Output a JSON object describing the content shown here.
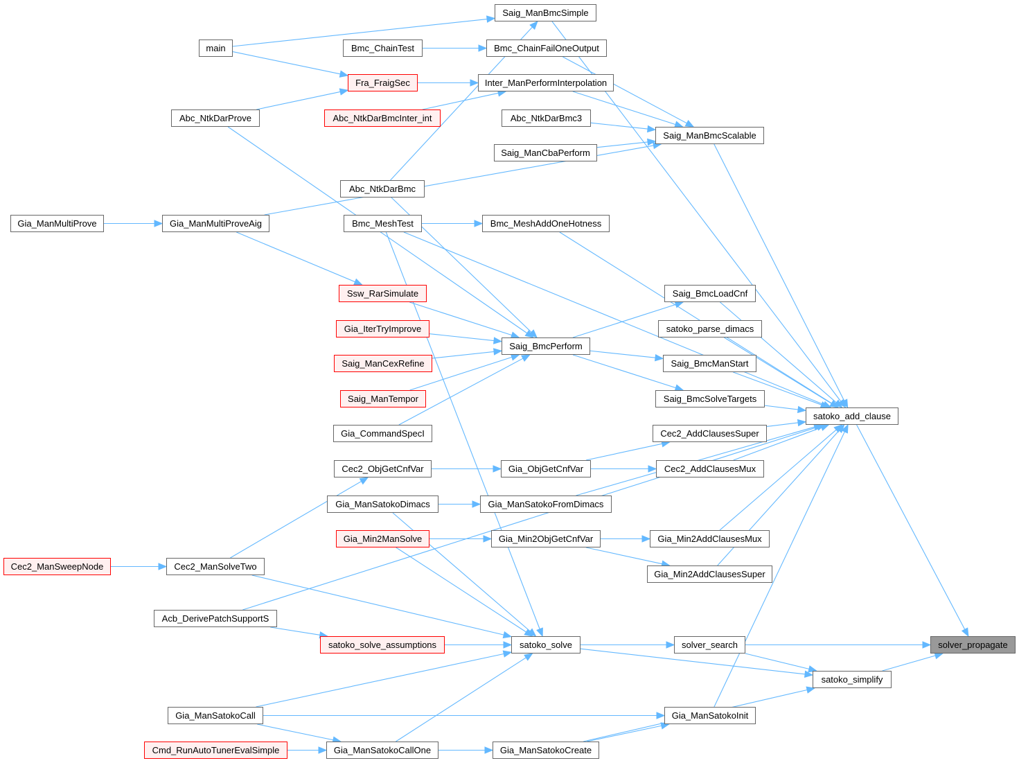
{
  "graph": {
    "title": "solver_propagate caller graph",
    "edge_color": "#63b8ff",
    "nodes": [
      {
        "id": "solver_propagate",
        "label": "solver_propagate",
        "style": "current"
      },
      {
        "id": "satoko_add_clause",
        "label": "satoko_add_clause",
        "style": "normal"
      },
      {
        "id": "satoko_simplify",
        "label": "satoko_simplify",
        "style": "normal"
      },
      {
        "id": "solver_search",
        "label": "solver_search",
        "style": "normal"
      },
      {
        "id": "Gia_ManSatokoInit",
        "label": "Gia_ManSatokoInit",
        "style": "normal"
      },
      {
        "id": "Saig_ManBmcScalable",
        "label": "Saig_ManBmcScalable",
        "style": "normal"
      },
      {
        "id": "Saig_BmcLoadCnf",
        "label": "Saig_BmcLoadCnf",
        "style": "normal"
      },
      {
        "id": "satoko_parse_dimacs",
        "label": "satoko_parse_dimacs",
        "style": "normal"
      },
      {
        "id": "Saig_BmcManStart",
        "label": "Saig_BmcManStart",
        "style": "normal"
      },
      {
        "id": "Saig_BmcSolveTargets",
        "label": "Saig_BmcSolveTargets",
        "style": "normal"
      },
      {
        "id": "Cec2_AddClausesSuper",
        "label": "Cec2_AddClausesSuper",
        "style": "normal"
      },
      {
        "id": "Cec2_AddClausesMux",
        "label": "Cec2_AddClausesMux",
        "style": "normal"
      },
      {
        "id": "Gia_Min2AddClausesMux",
        "label": "Gia_Min2AddClausesMux",
        "style": "normal"
      },
      {
        "id": "Gia_Min2AddClausesSuper",
        "label": "Gia_Min2AddClausesSuper",
        "style": "normal"
      },
      {
        "id": "Saig_ManBmcSimple",
        "label": "Saig_ManBmcSimple",
        "style": "normal"
      },
      {
        "id": "Bmc_ChainFailOneOutput",
        "label": "Bmc_ChainFailOneOutput",
        "style": "normal"
      },
      {
        "id": "Inter_ManPerformInterpolation",
        "label": "Inter_ManPerformInterpolation",
        "style": "normal"
      },
      {
        "id": "Abc_NtkDarBmc3",
        "label": "Abc_NtkDarBmc3",
        "style": "normal"
      },
      {
        "id": "Saig_ManCbaPerform",
        "label": "Saig_ManCbaPerform",
        "style": "normal"
      },
      {
        "id": "Bmc_MeshAddOneHotness",
        "label": "Bmc_MeshAddOneHotness",
        "style": "normal"
      },
      {
        "id": "Saig_BmcPerform",
        "label": "Saig_BmcPerform",
        "style": "normal"
      },
      {
        "id": "Gia_ObjGetCnfVar",
        "label": "Gia_ObjGetCnfVar",
        "style": "normal"
      },
      {
        "id": "Gia_ManSatokoFromDimacs",
        "label": "Gia_ManSatokoFromDimacs",
        "style": "normal"
      },
      {
        "id": "Gia_Min2ObjGetCnfVar",
        "label": "Gia_Min2ObjGetCnfVar",
        "style": "normal"
      },
      {
        "id": "satoko_solve",
        "label": "satoko_solve",
        "style": "normal"
      },
      {
        "id": "Gia_ManSatokoCreate",
        "label": "Gia_ManSatokoCreate",
        "style": "normal"
      },
      {
        "id": "Bmc_ChainTest",
        "label": "Bmc_ChainTest",
        "style": "normal"
      },
      {
        "id": "Fra_FraigSec",
        "label": "Fra_FraigSec",
        "style": "red"
      },
      {
        "id": "Abc_NtkDarBmcInter_int",
        "label": "Abc_NtkDarBmcInter_int",
        "style": "red"
      },
      {
        "id": "Abc_NtkDarBmc",
        "label": "Abc_NtkDarBmc",
        "style": "normal"
      },
      {
        "id": "Bmc_MeshTest",
        "label": "Bmc_MeshTest",
        "style": "normal"
      },
      {
        "id": "Ssw_RarSimulate",
        "label": "Ssw_RarSimulate",
        "style": "red"
      },
      {
        "id": "Gia_IterTryImprove",
        "label": "Gia_IterTryImprove",
        "style": "red"
      },
      {
        "id": "Saig_ManCexRefine",
        "label": "Saig_ManCexRefine",
        "style": "red"
      },
      {
        "id": "Saig_ManTempor",
        "label": "Saig_ManTempor",
        "style": "red"
      },
      {
        "id": "Gia_CommandSpecI",
        "label": "Gia_CommandSpecI",
        "style": "normal"
      },
      {
        "id": "Cec2_ObjGetCnfVar",
        "label": "Cec2_ObjGetCnfVar",
        "style": "normal"
      },
      {
        "id": "Gia_ManSatokoDimacs",
        "label": "Gia_ManSatokoDimacs",
        "style": "normal"
      },
      {
        "id": "Gia_Min2ManSolve",
        "label": "Gia_Min2ManSolve",
        "style": "red"
      },
      {
        "id": "satoko_solve_assumptions",
        "label": "satoko_solve_assumptions",
        "style": "red"
      },
      {
        "id": "Gia_ManSatokoCallOne",
        "label": "Gia_ManSatokoCallOne",
        "style": "normal"
      },
      {
        "id": "main",
        "label": "main",
        "style": "normal"
      },
      {
        "id": "Abc_NtkDarProve",
        "label": "Abc_NtkDarProve",
        "style": "normal"
      },
      {
        "id": "Gia_ManMultiProveAig",
        "label": "Gia_ManMultiProveAig",
        "style": "normal"
      },
      {
        "id": "Cec2_ManSolveTwo",
        "label": "Cec2_ManSolveTwo",
        "style": "normal"
      },
      {
        "id": "Acb_DerivePatchSupportS",
        "label": "Acb_DerivePatchSupportS",
        "style": "normal"
      },
      {
        "id": "Gia_ManSatokoCall",
        "label": "Gia_ManSatokoCall",
        "style": "normal"
      },
      {
        "id": "Cmd_RunAutoTunerEvalSimple",
        "label": "Cmd_RunAutoTunerEvalSimple",
        "style": "red"
      },
      {
        "id": "Gia_ManMultiProve",
        "label": "Gia_ManMultiProve",
        "style": "normal"
      },
      {
        "id": "Cec2_ManSweepNode",
        "label": "Cec2_ManSweepNode",
        "style": "red"
      }
    ],
    "edges": [
      [
        "main",
        "Saig_ManBmcSimple"
      ],
      [
        "main",
        "Fra_FraigSec"
      ],
      [
        "Bmc_ChainTest",
        "Bmc_ChainFailOneOutput"
      ],
      [
        "Fra_FraigSec",
        "Inter_ManPerformInterpolation"
      ],
      [
        "Abc_NtkDarProve",
        "Fra_FraigSec"
      ],
      [
        "Abc_NtkDarBmcInter_int",
        "Inter_ManPerformInterpolation"
      ],
      [
        "Abc_NtkDarBmc",
        "Saig_ManBmcSimple"
      ],
      [
        "Gia_ManMultiProveAig",
        "Saig_ManBmcScalable"
      ],
      [
        "Abc_NtkDarProve",
        "Saig_BmcPerform"
      ],
      [
        "Gia_ManMultiProve",
        "Gia_ManMultiProveAig"
      ],
      [
        "Gia_ManMultiProveAig",
        "Ssw_RarSimulate"
      ],
      [
        "Abc_NtkDarBmc",
        "Saig_BmcPerform"
      ],
      [
        "Bmc_MeshTest",
        "Bmc_MeshAddOneHotness"
      ],
      [
        "Bmc_MeshTest",
        "satoko_add_clause"
      ],
      [
        "Bmc_MeshTest",
        "satoko_solve"
      ],
      [
        "Ssw_RarSimulate",
        "Saig_BmcPerform"
      ],
      [
        "Gia_IterTryImprove",
        "Saig_BmcPerform"
      ],
      [
        "Saig_ManCexRefine",
        "Saig_BmcPerform"
      ],
      [
        "Saig_ManTempor",
        "Saig_BmcPerform"
      ],
      [
        "Gia_CommandSpecI",
        "Saig_BmcPerform"
      ],
      [
        "Saig_ManBmcSimple",
        "satoko_add_clause"
      ],
      [
        "Bmc_ChainFailOneOutput",
        "Saig_ManBmcScalable"
      ],
      [
        "Inter_ManPerformInterpolation",
        "Saig_ManBmcScalable"
      ],
      [
        "Abc_NtkDarBmc3",
        "Saig_ManBmcScalable"
      ],
      [
        "Saig_ManCbaPerform",
        "Saig_ManBmcScalable"
      ],
      [
        "Saig_ManBmcScalable",
        "satoko_add_clause"
      ],
      [
        "Bmc_MeshAddOneHotness",
        "satoko_add_clause"
      ],
      [
        "Saig_BmcPerform",
        "Saig_BmcLoadCnf"
      ],
      [
        "Saig_BmcPerform",
        "Saig_BmcManStart"
      ],
      [
        "Saig_BmcPerform",
        "Saig_BmcSolveTargets"
      ],
      [
        "Saig_BmcLoadCnf",
        "satoko_add_clause"
      ],
      [
        "satoko_parse_dimacs",
        "satoko_add_clause"
      ],
      [
        "Saig_BmcManStart",
        "satoko_add_clause"
      ],
      [
        "Saig_BmcSolveTargets",
        "satoko_add_clause"
      ],
      [
        "Cec2_AddClausesSuper",
        "satoko_add_clause"
      ],
      [
        "Cec2_AddClausesMux",
        "satoko_add_clause"
      ],
      [
        "Gia_ObjGetCnfVar",
        "Cec2_AddClausesSuper"
      ],
      [
        "Gia_ObjGetCnfVar",
        "Cec2_AddClausesMux"
      ],
      [
        "Cec2_ObjGetCnfVar",
        "Gia_ObjGetCnfVar"
      ],
      [
        "Cec2_ManSolveTwo",
        "Cec2_ObjGetCnfVar"
      ],
      [
        "Cec2_ManSweepNode",
        "Cec2_ManSolveTwo"
      ],
      [
        "Gia_ManSatokoDimacs",
        "Gia_ManSatokoFromDimacs"
      ],
      [
        "Gia_ManSatokoFromDimacs",
        "satoko_add_clause"
      ],
      [
        "Gia_ManSatokoDimacs",
        "satoko_solve"
      ],
      [
        "Gia_Min2ManSolve",
        "Gia_Min2ObjGetCnfVar"
      ],
      [
        "Gia_Min2ManSolve",
        "satoko_solve"
      ],
      [
        "Gia_Min2ObjGetCnfVar",
        "Gia_Min2AddClausesMux"
      ],
      [
        "Gia_Min2ObjGetCnfVar",
        "Gia_Min2AddClausesSuper"
      ],
      [
        "Gia_Min2AddClausesMux",
        "satoko_add_clause"
      ],
      [
        "Gia_Min2AddClausesSuper",
        "satoko_add_clause"
      ],
      [
        "Cec2_ManSolveTwo",
        "satoko_solve"
      ],
      [
        "Acb_DerivePatchSupportS",
        "satoko_add_clause"
      ],
      [
        "Acb_DerivePatchSupportS",
        "satoko_solve_assumptions"
      ],
      [
        "satoko_solve_assumptions",
        "satoko_solve"
      ],
      [
        "Gia_ManSatokoCall",
        "satoko_solve"
      ],
      [
        "Gia_ManSatokoCall",
        "Gia_ManSatokoInit"
      ],
      [
        "Gia_ManSatokoCall",
        "Gia_ManSatokoCallOne"
      ],
      [
        "Cmd_RunAutoTunerEvalSimple",
        "Gia_ManSatokoCallOne"
      ],
      [
        "Gia_ManSatokoCallOne",
        "satoko_solve"
      ],
      [
        "Gia_ManSatokoCallOne",
        "Gia_ManSatokoCreate"
      ],
      [
        "Gia_ManSatokoCreate",
        "Gia_ManSatokoInit"
      ],
      [
        "Gia_ManSatokoCreate",
        "satoko_simplify"
      ],
      [
        "satoko_solve",
        "solver_search"
      ],
      [
        "satoko_solve",
        "satoko_simplify"
      ],
      [
        "Gia_ManSatokoInit",
        "satoko_add_clause"
      ],
      [
        "solver_search",
        "solver_propagate"
      ],
      [
        "solver_search",
        "satoko_simplify"
      ],
      [
        "satoko_simplify",
        "solver_propagate"
      ],
      [
        "satoko_add_clause",
        "solver_propagate"
      ]
    ]
  }
}
